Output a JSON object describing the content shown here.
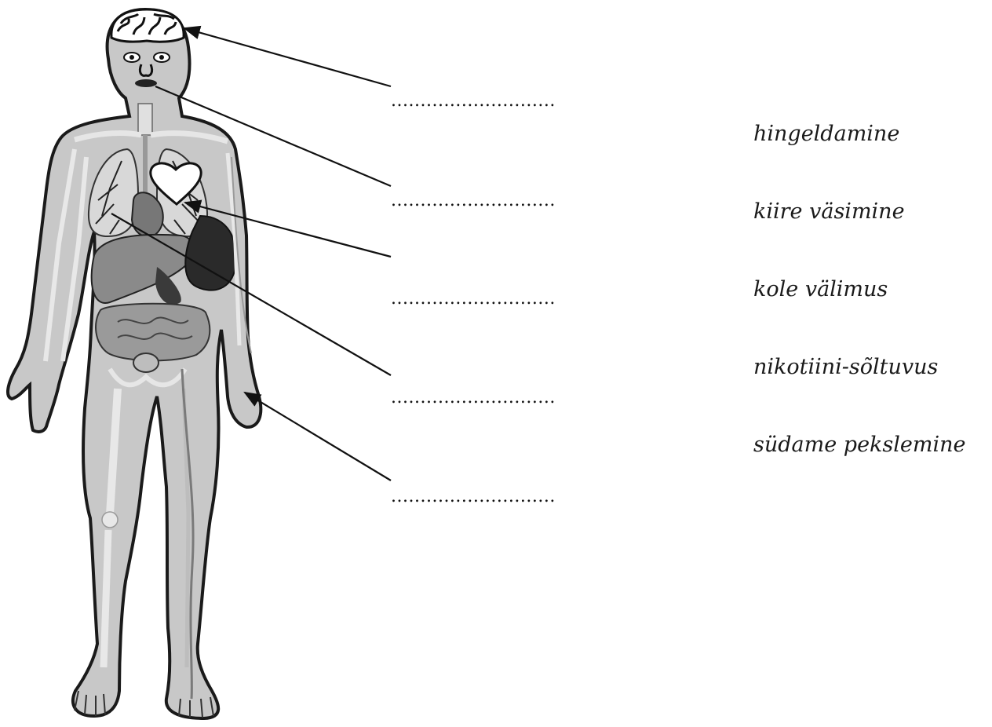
{
  "answer_blanks": [
    "............................",
    "............................",
    "............................",
    "............................",
    "............................"
  ],
  "word_bank": [
    "hingeldamine",
    "kiire väsimine",
    "kole välimus",
    "nikotiini-sõltuvus",
    "südame pekslemine"
  ],
  "colors": {
    "outline": "#1a1a1a",
    "skin": "#c8c8c8",
    "organ_dark": "#2a2a2a",
    "organ_mid": "#8a8a8a",
    "bone": "#e6e6e6"
  },
  "icons": {
    "brain": "brain-icon",
    "heart": "heart-icon"
  }
}
